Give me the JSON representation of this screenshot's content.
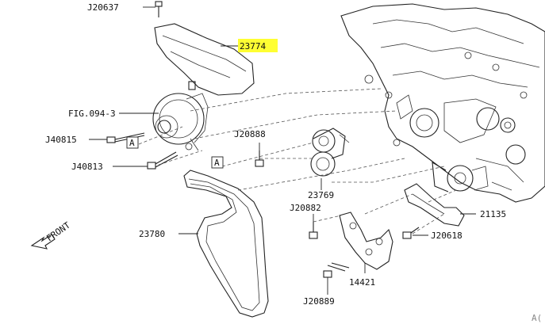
{
  "labels": {
    "j20637": "J20637",
    "p23774": "23774",
    "fig094": "FIG.094-3",
    "j40815": "J40815",
    "j40813": "J40813",
    "j20888": "J20888",
    "p23769": "23769",
    "j20882": "J20882",
    "p23780": "23780",
    "p21135": "21135",
    "j20618": "J20618",
    "p14421": "14421",
    "j20889": "J20889",
    "ref_a1": "A",
    "ref_a2": "A",
    "front": "FRONT",
    "corner": "A("
  },
  "colors": {
    "highlight": "#ffff33",
    "line": "#222222"
  }
}
